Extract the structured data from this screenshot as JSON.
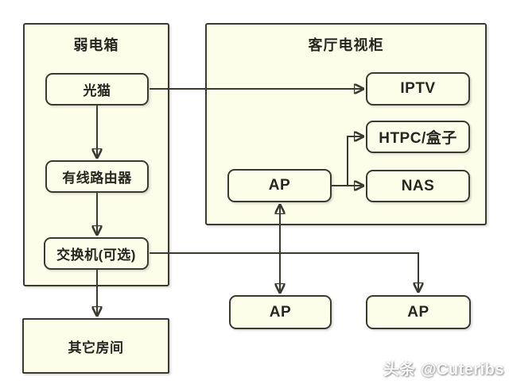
{
  "colors": {
    "canvas_background": "#ffffff",
    "box_fill": "#fdfeea",
    "border": "#3a3a30",
    "text": "#26261f",
    "watermark_text": "#ffffff"
  },
  "containers": {
    "weak_box": {
      "title": "弱电箱"
    },
    "tv_cabinet": {
      "title": "客厅电视柜"
    }
  },
  "nodes": {
    "modem": {
      "label": "光猫"
    },
    "router": {
      "label": "有线路由器"
    },
    "switch": {
      "label": "交换机(可选)"
    },
    "other_rooms": {
      "label": "其它房间"
    },
    "iptv": {
      "label": "IPTV"
    },
    "htpc": {
      "label": "HTPC/盒子"
    },
    "nas": {
      "label": "NAS"
    },
    "ap_cabinet": {
      "label": "AP"
    },
    "ap_bottom_left": {
      "label": "AP"
    },
    "ap_bottom_right": {
      "label": "AP"
    }
  },
  "connections": [
    {
      "from": "modem",
      "to": "router",
      "style": "arrow"
    },
    {
      "from": "router",
      "to": "switch",
      "style": "arrow"
    },
    {
      "from": "switch",
      "to": "other_rooms",
      "style": "arrow"
    },
    {
      "from": "modem",
      "to": "iptv",
      "style": "arrow"
    },
    {
      "from": "ap_cabinet",
      "to": "htpc",
      "style": "arrow"
    },
    {
      "from": "ap_cabinet",
      "to": "nas",
      "style": "arrow"
    },
    {
      "from": "switch",
      "to": "ap_bottom_right",
      "style": "arrow"
    },
    {
      "from": "ap_cabinet",
      "to": "ap_bottom_left",
      "style": "double-arrow"
    }
  ],
  "watermark": {
    "text": "头条 @Cuteribs"
  }
}
